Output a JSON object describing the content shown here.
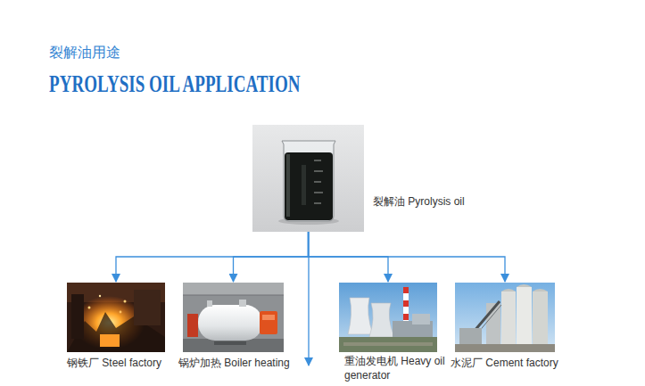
{
  "diagram": {
    "title": "PYROLYSIS OIL APPLICATION",
    "nodes": [
      {
        "text": [
          "裂解油 Pyrolysis oil"
        ]
      },
      {
        "text": [
          "钢铁厂 Steel factory"
        ]
      },
      {
        "text": [
          "锅炉加热 Boiler heating"
        ]
      },
      {
        "text": [
          "重油发电机 Heavy oil generator"
        ]
      },
      {
        "text": [
          "水泥厂 Cement factory"
        ]
      }
    ],
    "edges": [
      {
        "from": 0,
        "to": 1,
        "arrow": "to"
      },
      {
        "from": 0,
        "to": 2,
        "arrow": "to"
      },
      {
        "from": 0,
        "to": 3,
        "arrow": "to"
      },
      {
        "from": 0,
        "to": 4,
        "arrow": "to"
      }
    ],
    "labels": [
      "裂解油用途"
    ]
  }
}
